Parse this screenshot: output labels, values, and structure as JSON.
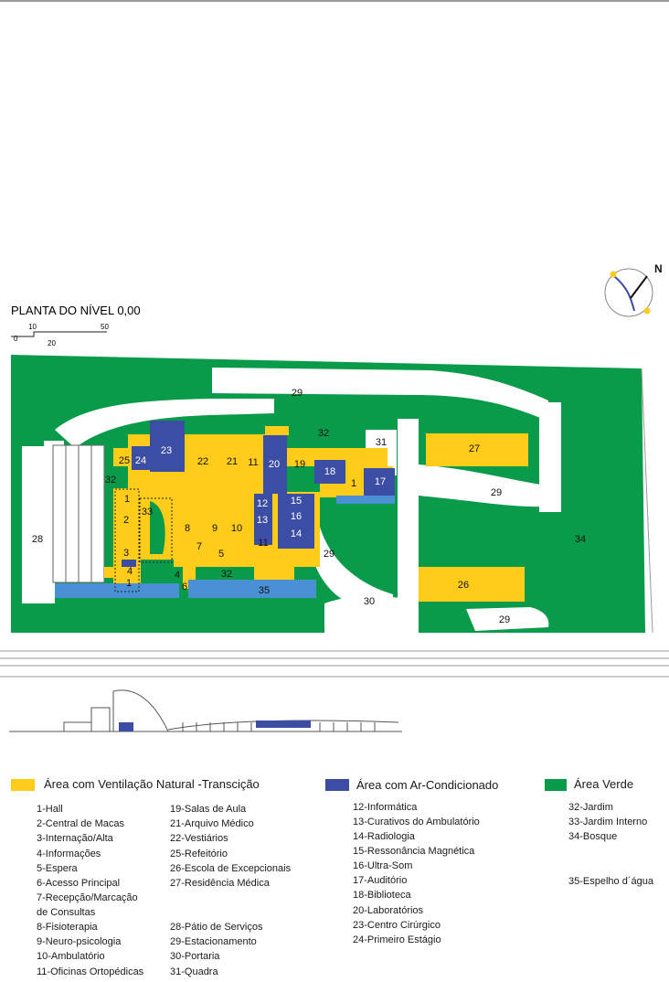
{
  "colors": {
    "green": "#0a9b4a",
    "yellow": "#ffcc1a",
    "blue": "#3c4ea4",
    "water": "#4a90d4",
    "road": "#ffffff",
    "section": "#555555"
  },
  "plan": {
    "title": "PLANTA DO NÍVEL 0,00",
    "scale": {
      "t0": "0",
      "t10": "10",
      "t20": "20",
      "t50": "50"
    },
    "north": "N",
    "labels": {
      "l1a": "1",
      "l1b": "1",
      "l1c": "1",
      "l2": "2",
      "l3": "3",
      "l4a": "4",
      "l4b": "4",
      "l5": "5",
      "l6": "6",
      "l7": "7",
      "l8": "8",
      "l9": "9",
      "l10": "10",
      "l11a": "11",
      "l11b": "11",
      "l12": "12",
      "l13": "13",
      "l14": "14",
      "l15": "15",
      "l16": "16",
      "l17": "17",
      "l18": "18",
      "l19": "19",
      "l20": "20",
      "l21": "21",
      "l22": "22",
      "l23": "23",
      "l24": "24",
      "l25": "25",
      "l26": "26",
      "l27": "27",
      "l28": "28",
      "l29a": "29",
      "l29b": "29",
      "l29c": "29",
      "l29d": "29",
      "l30": "30",
      "l31": "31",
      "l32a": "32",
      "l32b": "32",
      "l32c": "32",
      "l33": "33",
      "l34": "34",
      "l35": "35"
    }
  },
  "legend": {
    "yellow_title": "Área com Ventilação Natural -Transcição",
    "blue_title": "Área com Ar-Condicionado",
    "green_title": "Área Verde",
    "col1": [
      "1-Hall",
      "2-Central de Macas",
      "3-Internação/Alta",
      "4-Informações",
      "5-Espera",
      "6-Acesso Principal",
      "7-Recepção/Marcação",
      "de Consultas",
      "8-Fisioterapia",
      "9-Neuro-psicologia",
      "10-Ambulatório",
      "11-Oficinas Ortopédicas"
    ],
    "col2a": [
      "19-Salas de Aula",
      "21-Arquivo Médico",
      "22-Vestiários",
      "25-Refeitório",
      "26-Escola de Excepcionais",
      "27-Residência Médica"
    ],
    "col2b": [
      "28-Pátio de Serviços",
      "29-Estacionamento",
      "30-Portaria",
      "31-Quadra"
    ],
    "col3": [
      "12-Informática",
      "13-Curativos do Ambulatório",
      "14-Radiologia",
      "15-Ressonância Magnética",
      "16-Ultra-Som",
      "17-Auditório",
      "18-Biblioteca",
      "20-Laboratórios",
      "23-Centro Cirúrgico",
      "24-Primeiro Estágio"
    ],
    "col4a": [
      "32-Jardim",
      "33-Jardim Interno",
      "34-Bosque"
    ],
    "col4b": [
      "35-Espelho d´água"
    ]
  }
}
